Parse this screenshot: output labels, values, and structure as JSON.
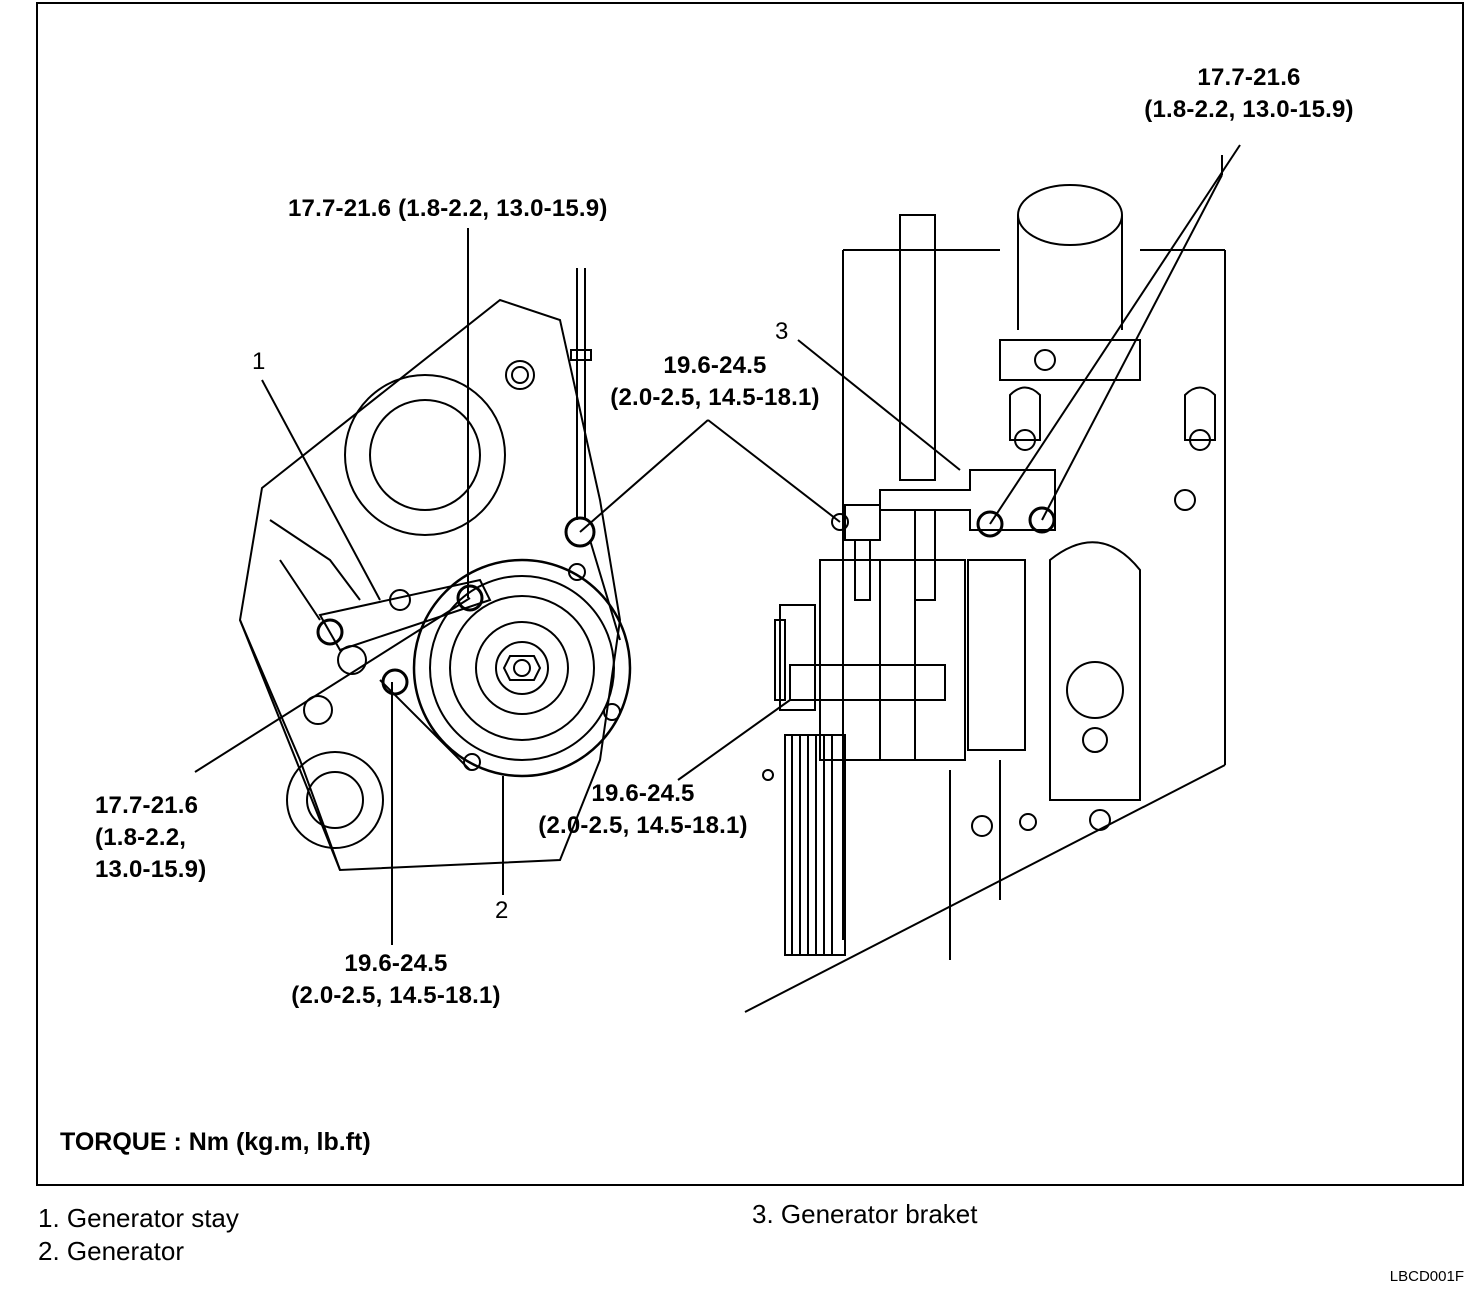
{
  "callouts": {
    "c1": "17.7-21.6",
    "c1b": "(1.8-2.2, 13.0-15.9)",
    "c2": "17.7-21.6 (1.8-2.2, 13.0-15.9)",
    "c3": "19.6-24.5",
    "c3b": "(2.0-2.5, 14.5-18.1)",
    "c4a": "17.7-21.6",
    "c4b": "(1.8-2.2,",
    "c4c": "13.0-15.9)",
    "c5": "19.6-24.5",
    "c5b": "(2.0-2.5, 14.5-18.1)",
    "c6": "19.6-24.5",
    "c6b": "(2.0-2.5, 14.5-18.1)"
  },
  "part_numbers": {
    "p1": "1",
    "p2": "2",
    "p3": "3"
  },
  "torque_note": "TORQUE : Nm (kg.m, lb.ft)",
  "legend": {
    "item1": "1. Generator stay",
    "item2": "2. Generator",
    "item3": "3. Generator braket"
  },
  "figure_code": "LBCD001F"
}
